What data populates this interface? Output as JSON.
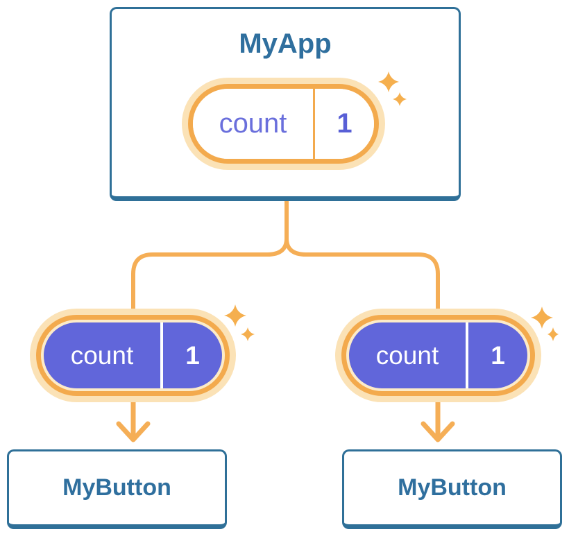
{
  "app": {
    "title": "MyApp",
    "state": {
      "label": "count",
      "value": "1"
    }
  },
  "children": [
    {
      "title": "MyButton",
      "prop": {
        "label": "count",
        "value": "1"
      }
    },
    {
      "title": "MyButton",
      "prop": {
        "label": "count",
        "value": "1"
      }
    }
  ],
  "colors": {
    "background": "#FFFFFF",
    "card_border": "#2F7098",
    "card_fill": "#FFFFFF",
    "heading_text": "#2F6F9E",
    "pill_halo": "#FBE2B6",
    "pill_ring": "#F3AA4D",
    "pill_inner_gap": "#FCEBC9",
    "pill_fill_active": "#6166DA",
    "pill_label_purple": "#6A6FDC",
    "pill_value_purple": "#585FD6",
    "pill_text_on_fill": "#FFFFFF",
    "connector": "#F5AE56",
    "arrow": "#F5AE56",
    "sparkle": "#F5AF4E"
  }
}
